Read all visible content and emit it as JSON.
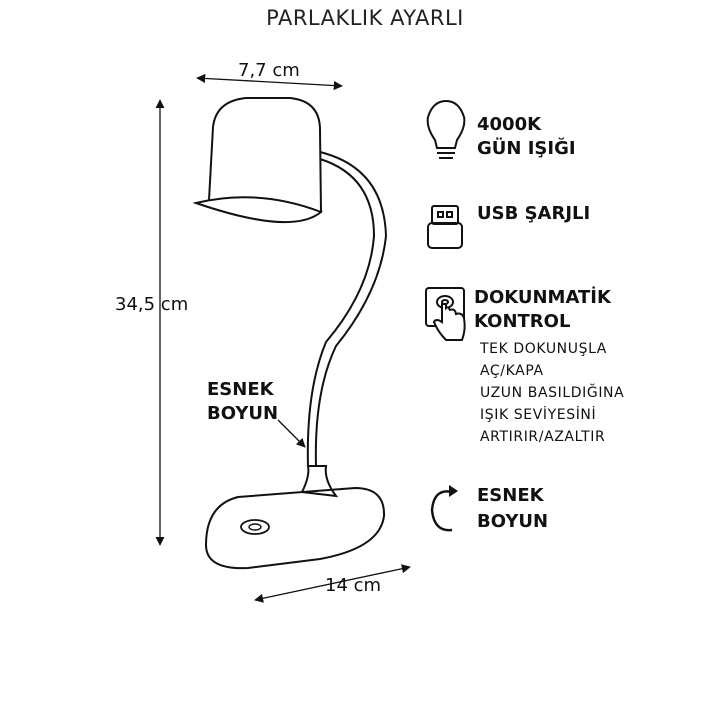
{
  "title": "PARLAKLIK AYARLI",
  "dimensions": {
    "width_top": "7,7 cm",
    "height": "34,5 cm",
    "base_width": "14 cm"
  },
  "callout": {
    "line1": "ESNEK",
    "line2": "BOYUN"
  },
  "features": [
    {
      "icon": "bulb-icon",
      "line1": "4000K",
      "line2": "GÜN IŞIĞI"
    },
    {
      "icon": "usb-icon",
      "line1": "USB ŞARJLI"
    },
    {
      "icon": "touch-icon",
      "line1": "DOKUNMATİK",
      "line2": "KONTROL",
      "details": [
        "TEK DOKUNUŞLA",
        "AÇ/KAPA",
        "UZUN BASILDIĞINA",
        "IŞIK SEVİYESİNİ",
        "ARTIRIR/AZALTIR"
      ]
    },
    {
      "icon": "rotate-icon",
      "line1": "ESNEK",
      "line2": "BOYUN"
    }
  ]
}
